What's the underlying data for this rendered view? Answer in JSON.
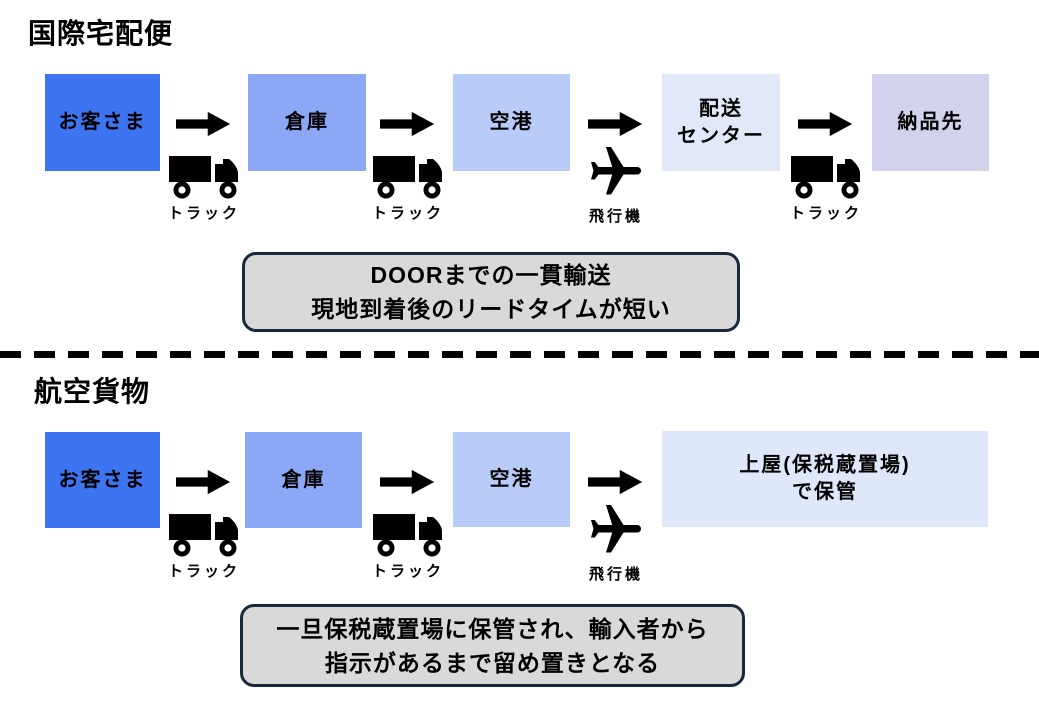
{
  "colors": {
    "background": "#ffffff",
    "customer_box": "#3d74f1",
    "warehouse_box": "#8ba7f6",
    "airport_box": "#b9cbf8",
    "distribution_box": "#e0e8fa",
    "destination_box": "#d3d2ec",
    "bonded_box": "#dfe8fb",
    "note_fill": "#d9d9d9",
    "note_border": "#17293d",
    "icon_black": "#000000"
  },
  "sections": [
    {
      "title": "国際宅配便",
      "nodes": [
        {
          "label": "お客さま",
          "color": "#3d74f1"
        },
        {
          "label": "倉庫",
          "color": "#8ba7f6"
        },
        {
          "label": "空港",
          "color": "#b9cbf8"
        },
        {
          "label_line1": "配送",
          "label_line2": "センター",
          "color": "#e0e8fa"
        },
        {
          "label": "納品先",
          "color": "#d3d2ec"
        }
      ],
      "transports": [
        {
          "type": "truck",
          "label": "トラック"
        },
        {
          "type": "truck",
          "label": "トラック"
        },
        {
          "type": "plane",
          "label": "飛行機"
        },
        {
          "type": "truck",
          "label": "トラック"
        }
      ],
      "note": {
        "line1": "DOORまでの一貫輸送",
        "line2": "現地到着後のリードタイムが短い"
      }
    },
    {
      "title": "航空貨物",
      "nodes": [
        {
          "label": "お客さま",
          "color": "#3d74f1"
        },
        {
          "label": "倉庫",
          "color": "#8ba7f6"
        },
        {
          "label": "空港",
          "color": "#b9cbf8"
        },
        {
          "label_line1": "上屋(保税蔵置場)",
          "label_line2": "で保管",
          "color": "#dfe8fb"
        }
      ],
      "transports": [
        {
          "type": "truck",
          "label": "トラック"
        },
        {
          "type": "truck",
          "label": "トラック"
        },
        {
          "type": "plane",
          "label": "飛行機"
        }
      ],
      "note": {
        "line1": "一旦保税蔵置場に保管され、輸入者から",
        "line2": "指示があるまで留め置きとなる"
      }
    }
  ]
}
